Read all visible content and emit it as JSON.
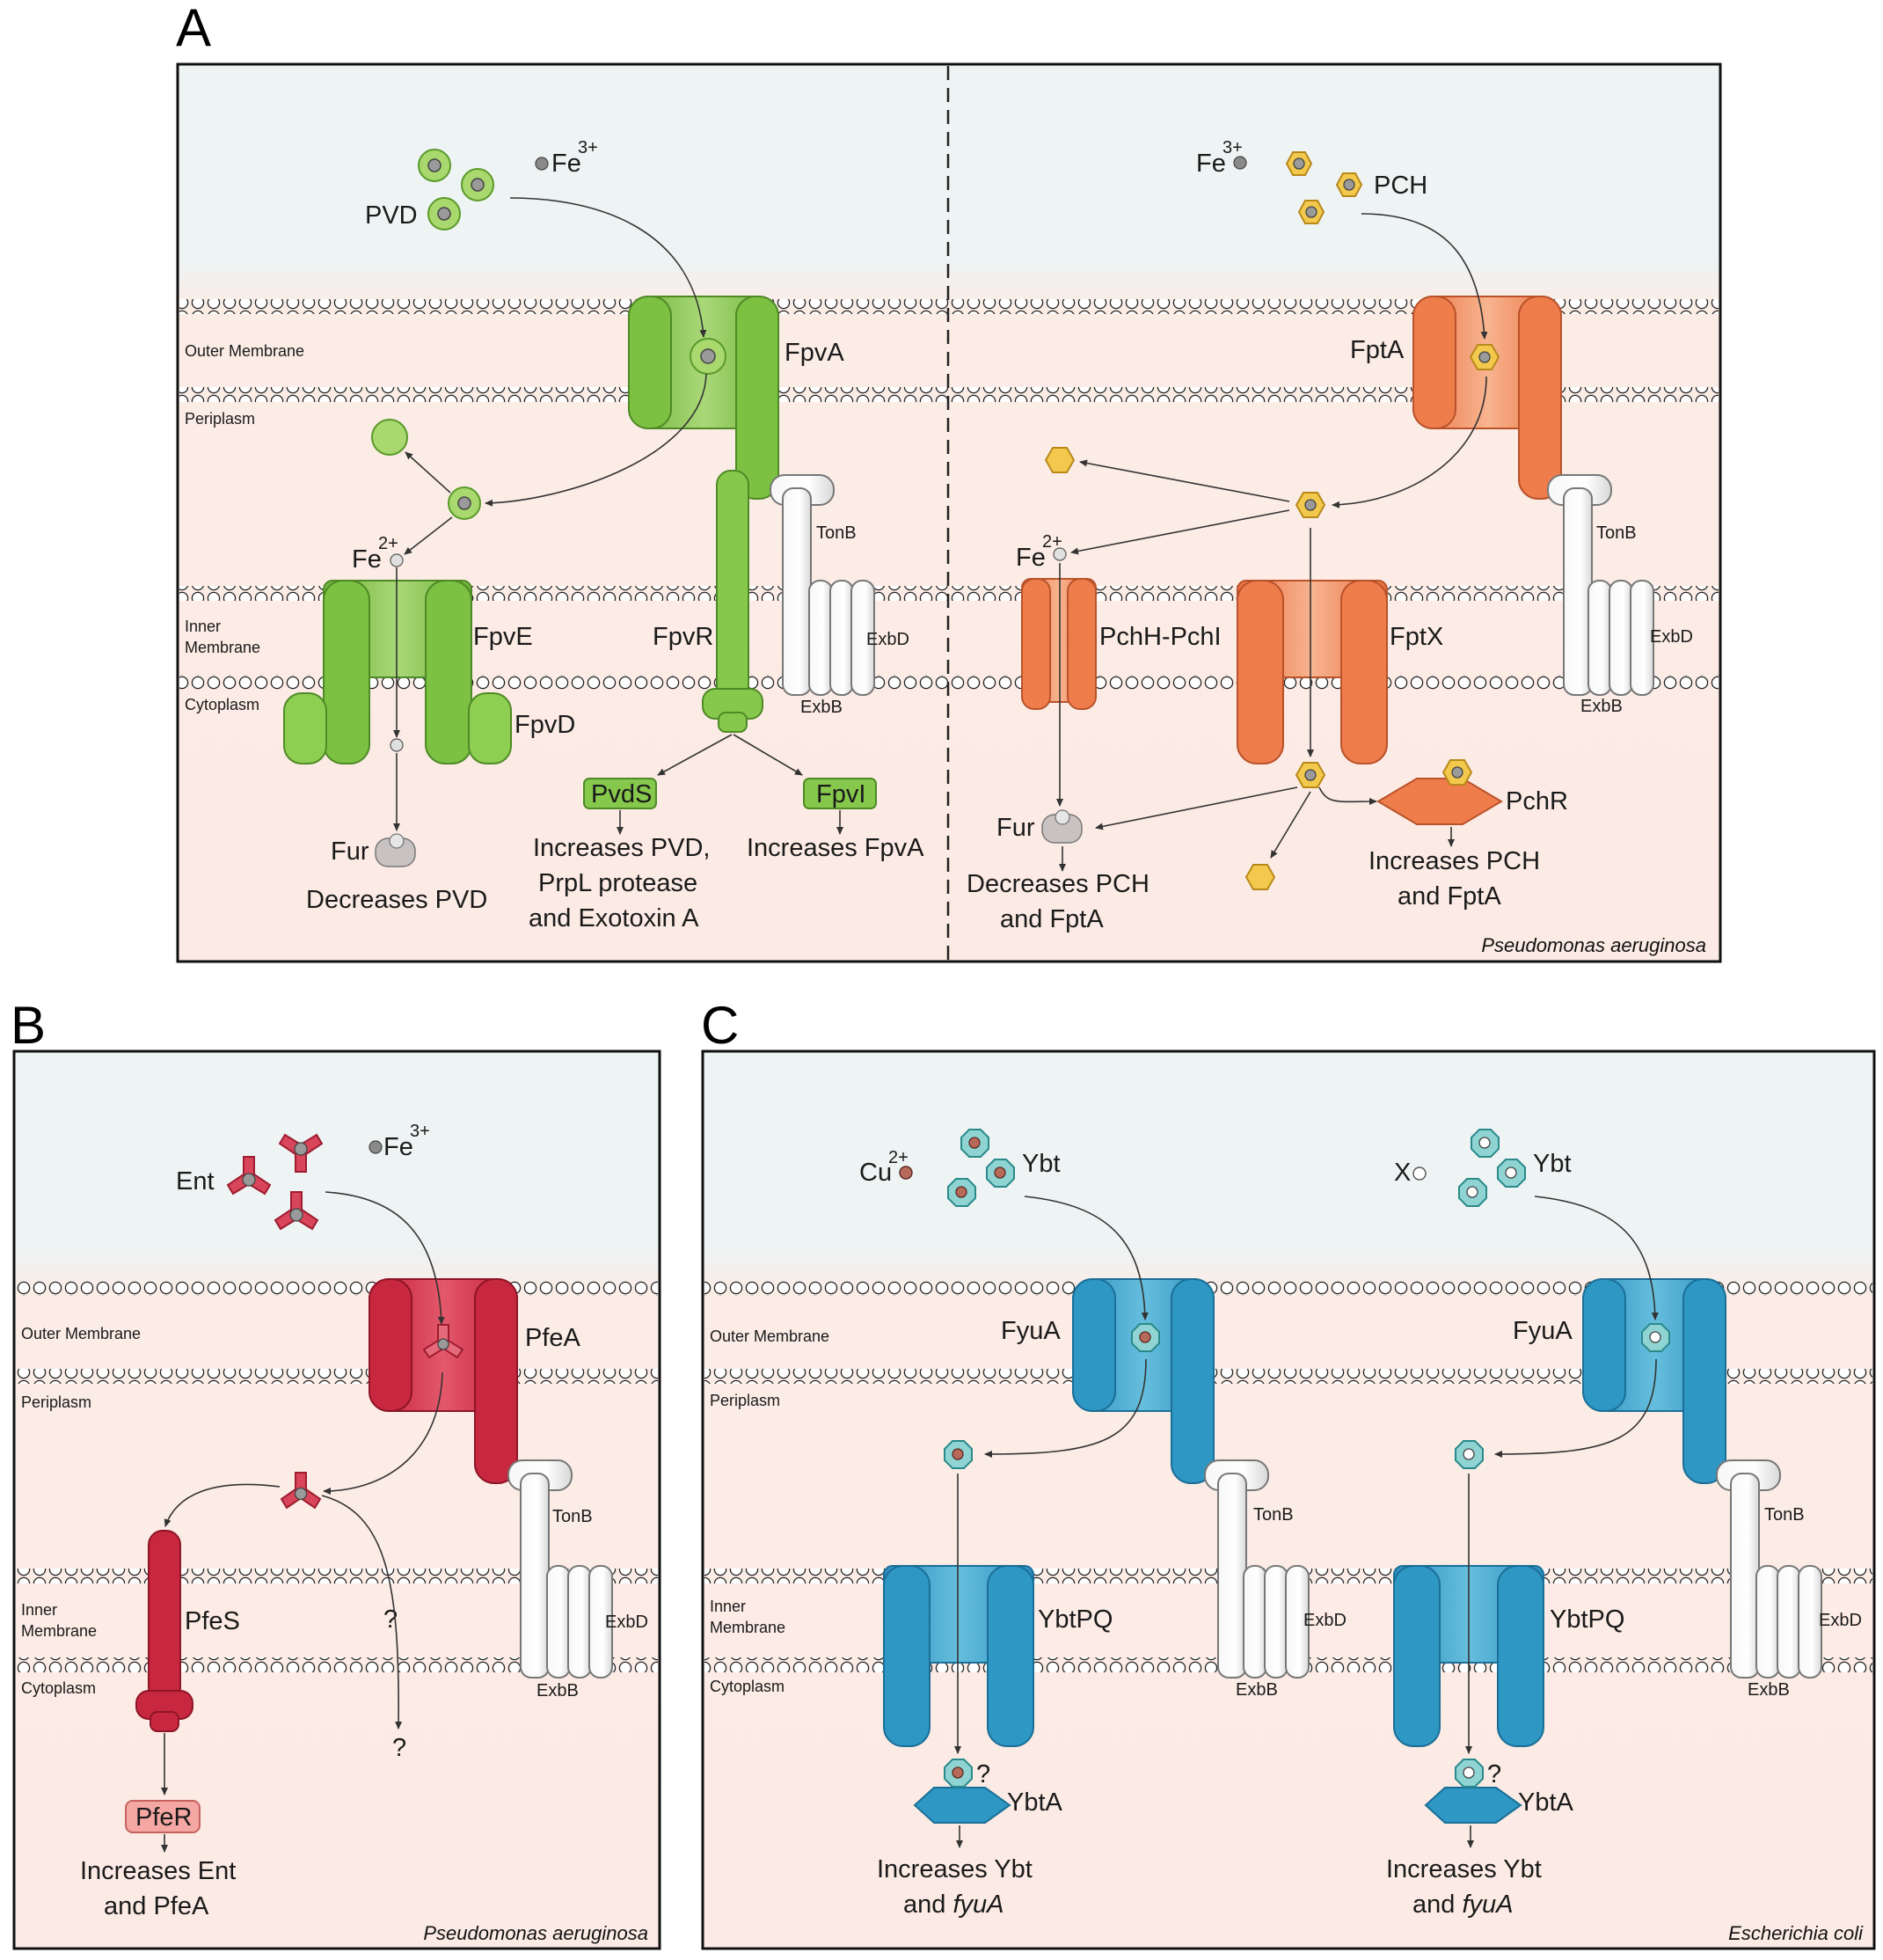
{
  "panels": {
    "A": {
      "letter": "A",
      "species": "Pseudomonas aeruginosa",
      "layers": {
        "outer_membrane": "Outer Membrane",
        "periplasm": "Periplasm",
        "inner_membrane_1": "Inner",
        "inner_membrane_2": "Membrane",
        "cytoplasm": "Cytoplasm"
      },
      "left": {
        "siderophore": "PVD",
        "iron_ext": "Fe",
        "iron_ext_sup": "3+",
        "iron_int": "Fe",
        "iron_int_sup": "2+",
        "receptor": "FpvA",
        "sigma_regulator": "FpvR",
        "inner_transporter": "FpvE",
        "accessory": "FpvD",
        "tonb": "TonB",
        "exbd": "ExbD",
        "exbb": "ExbB",
        "sigma1": "PvdS",
        "sigma2": "FpvI",
        "regulator": "Fur",
        "out_fur": "Decreases PVD",
        "out_pvds": [
          "Increases PVD,",
          "PrpL protease",
          "and Exotoxin A"
        ],
        "out_fpvi": "Increases FpvA"
      },
      "right": {
        "siderophore": "PCH",
        "iron_ext": "Fe",
        "iron_ext_sup": "3+",
        "iron_int": "Fe",
        "iron_int_sup": "2+",
        "receptor": "FptA",
        "inner_transporter": "FptX",
        "reductase": "PchH-PchI",
        "tonb": "TonB",
        "exbd": "ExbD",
        "exbb": "ExbB",
        "regulator": "Fur",
        "activator": "PchR",
        "out_fur": [
          "Decreases PCH",
          "and FptA"
        ],
        "out_pchr": [
          "Increases PCH",
          "and FptA"
        ]
      }
    },
    "B": {
      "letter": "B",
      "species": "Pseudomonas aeruginosa",
      "layers": {
        "outer_membrane": "Outer Membrane",
        "periplasm": "Periplasm",
        "inner_membrane_1": "Inner",
        "inner_membrane_2": "Membrane",
        "cytoplasm": "Cytoplasm"
      },
      "siderophore": "Ent",
      "iron_ext": "Fe",
      "iron_ext_sup": "3+",
      "receptor": "PfeA",
      "sensor": "PfeS",
      "response_regulator": "PfeR",
      "tonb": "TonB",
      "exbd": "ExbD",
      "exbb": "ExbB",
      "unknown1": "?",
      "unknown2": "?",
      "outcome": [
        "Increases Ent",
        "and PfeA"
      ]
    },
    "C": {
      "letter": "C",
      "species": "Escherichia coli",
      "layers": {
        "outer_membrane": "Outer Membrane",
        "periplasm": "Periplasm",
        "inner_membrane_1": "Inner",
        "inner_membrane_2": "Membrane",
        "cytoplasm": "Cytoplasm"
      },
      "left": {
        "metal": "Cu",
        "metal_sup": "2+",
        "siderophore": "Ybt",
        "receptor": "FyuA",
        "inner_transporter": "YbtPQ",
        "regulator": "YbtA",
        "unknown": "?",
        "tonb": "TonB",
        "exbd": "ExbD",
        "exbb": "ExbB",
        "outcome_line1": "Increases Ybt",
        "outcome_and": "and",
        "outcome_gene": "fyuA"
      },
      "right": {
        "metal": "X",
        "siderophore": "Ybt",
        "receptor": "FyuA",
        "inner_transporter": "YbtPQ",
        "regulator": "YbtA",
        "unknown": "?",
        "tonb": "TonB",
        "exbd": "ExbD",
        "exbb": "ExbB",
        "outcome_line1": "Increases Ybt",
        "outcome_and": "and",
        "outcome_gene": "fyuA"
      }
    }
  },
  "colors": {
    "green": "#7cc142",
    "orange": "#ef7d4b",
    "red": "#c8283f",
    "blue": "#2e97c4",
    "yellow": "#f2c94c",
    "teal": "#8fd3d3",
    "pink_box": "#f4a7a3",
    "grey": "#e6e6e6"
  }
}
